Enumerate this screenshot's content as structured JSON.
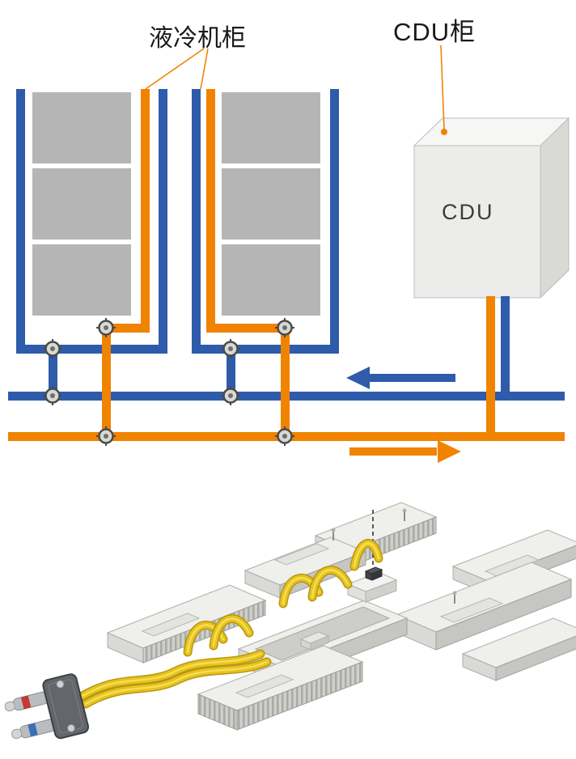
{
  "labels": {
    "liquid_cooling_cabinet": "液冷机柜",
    "cdu_cabinet": "CDU柜",
    "cdu_unit": "CDU"
  },
  "colors": {
    "pipe-blue": "#2e5cab",
    "pipe-orange": "#f08300",
    "panel-gray": "#b5b5b5",
    "tube-yellow": "#e5c31e",
    "connector-red": "#c23a30",
    "connector-blue": "#3a6fb5"
  },
  "flow": {
    "blue_arrow_direction": "left",
    "orange_arrow_direction": "right"
  }
}
